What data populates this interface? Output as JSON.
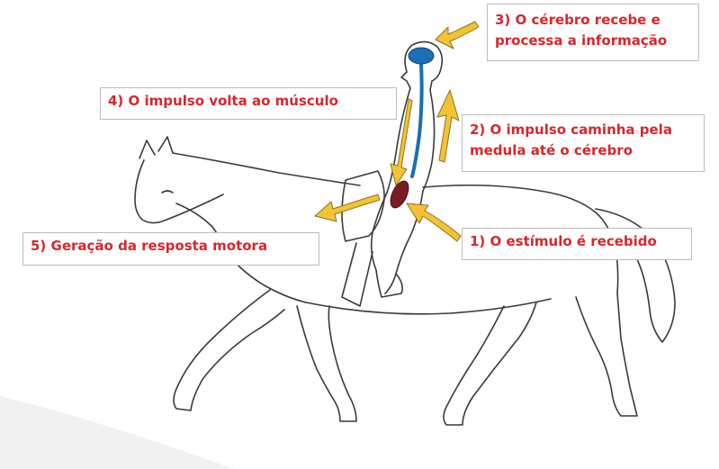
{
  "steps": [
    {
      "number": "1)",
      "lines": [
        "O estímulo é recebido"
      ]
    },
    {
      "number": "2)",
      "lines": [
        "O impulso caminha pela",
        "medula até o cérebro"
      ]
    },
    {
      "number": "3)",
      "lines": [
        "O cérebro recebe e",
        "processa a informação"
      ]
    },
    {
      "number": "4)",
      "lines": [
        "O impulso volta ao músculo"
      ]
    },
    {
      "number": "5)",
      "lines": [
        "Geração da resposta motora"
      ]
    }
  ],
  "colors": {
    "label_text": "#d9262b",
    "label_border": "#bdbdbd",
    "arrow": "#f5c232",
    "arrow_outline": "#8a7326",
    "nerve": "#1a6fb5",
    "brain": "#1a6fb5",
    "muscle": "#7a1c24",
    "sketch": "#3a3a3a"
  },
  "icons": [
    "horse-drawing",
    "rider-drawing",
    "brain-icon",
    "spinal-cord-icon",
    "muscle-icon",
    "arrow-icon"
  ]
}
